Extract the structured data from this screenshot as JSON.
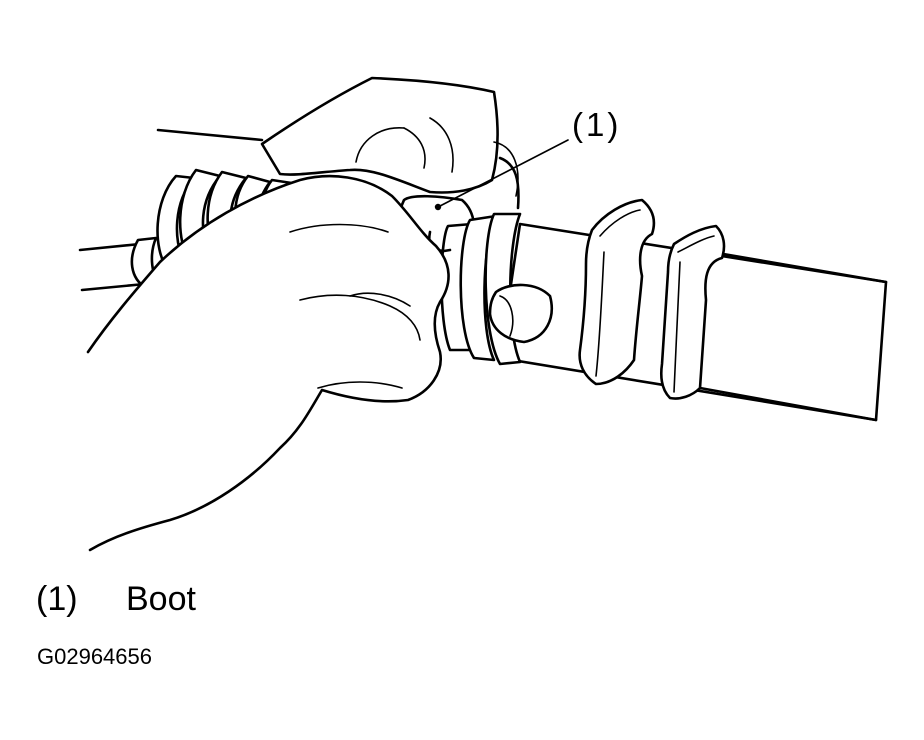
{
  "callout": {
    "number": "(1)"
  },
  "legend": {
    "items": [
      {
        "number": "(1)",
        "label": "Boot"
      }
    ]
  },
  "figure_code": "G02964656"
}
